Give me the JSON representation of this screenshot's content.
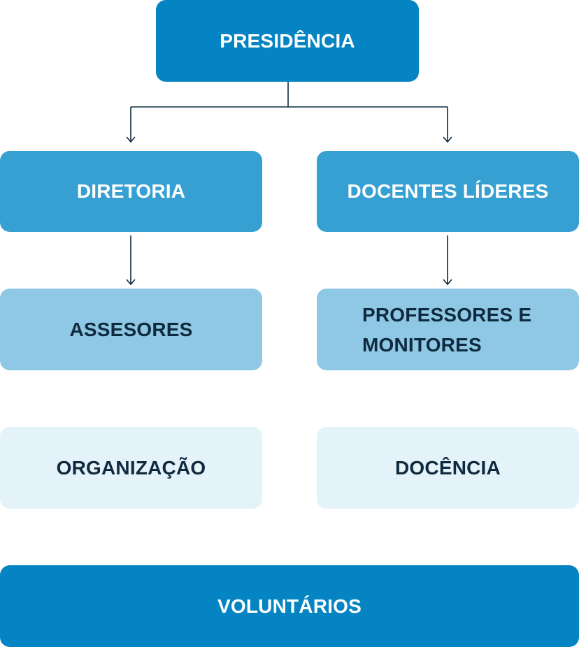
{
  "nodes": {
    "presidencia": "PRESIDÊNCIA",
    "diretoria": "DIRETORIA",
    "docentes_lideres": "DOCENTES LÍDERES",
    "assesores": "ASSESORES",
    "professores_line1": "PROFESSORES E",
    "professores_line2": "MONITORES",
    "organizacao": "ORGANIZAÇÃO",
    "docencia": "DOCÊNCIA",
    "voluntarios": "VOLUNTÁRIOS"
  },
  "colors": {
    "level1": "#0584C3",
    "level2": "#37A0D3",
    "level3": "#8FC8E4",
    "level4": "#E4F2F9",
    "connector": "#0F2A3F",
    "dark_text": "#0F2A3F"
  }
}
